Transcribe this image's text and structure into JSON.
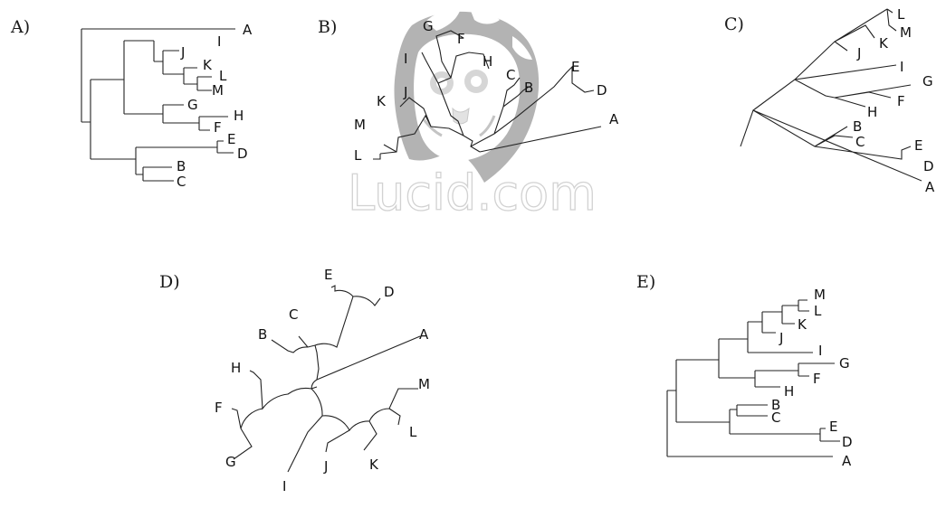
{
  "panels": [
    {
      "id": "A",
      "label": "A)"
    },
    {
      "id": "B",
      "label": "B)"
    },
    {
      "id": "C",
      "label": "C)"
    },
    {
      "id": "D",
      "label": "D)"
    },
    {
      "id": "E",
      "label": "E)"
    }
  ],
  "leaves": [
    "A",
    "B",
    "C",
    "D",
    "E",
    "F",
    "G",
    "H",
    "I",
    "J",
    "K",
    "L",
    "M"
  ],
  "watermark": "Lucid.com",
  "colors": {
    "line": "#222222",
    "text": "#111111",
    "watermark_fill": "#b3b3b3"
  }
}
